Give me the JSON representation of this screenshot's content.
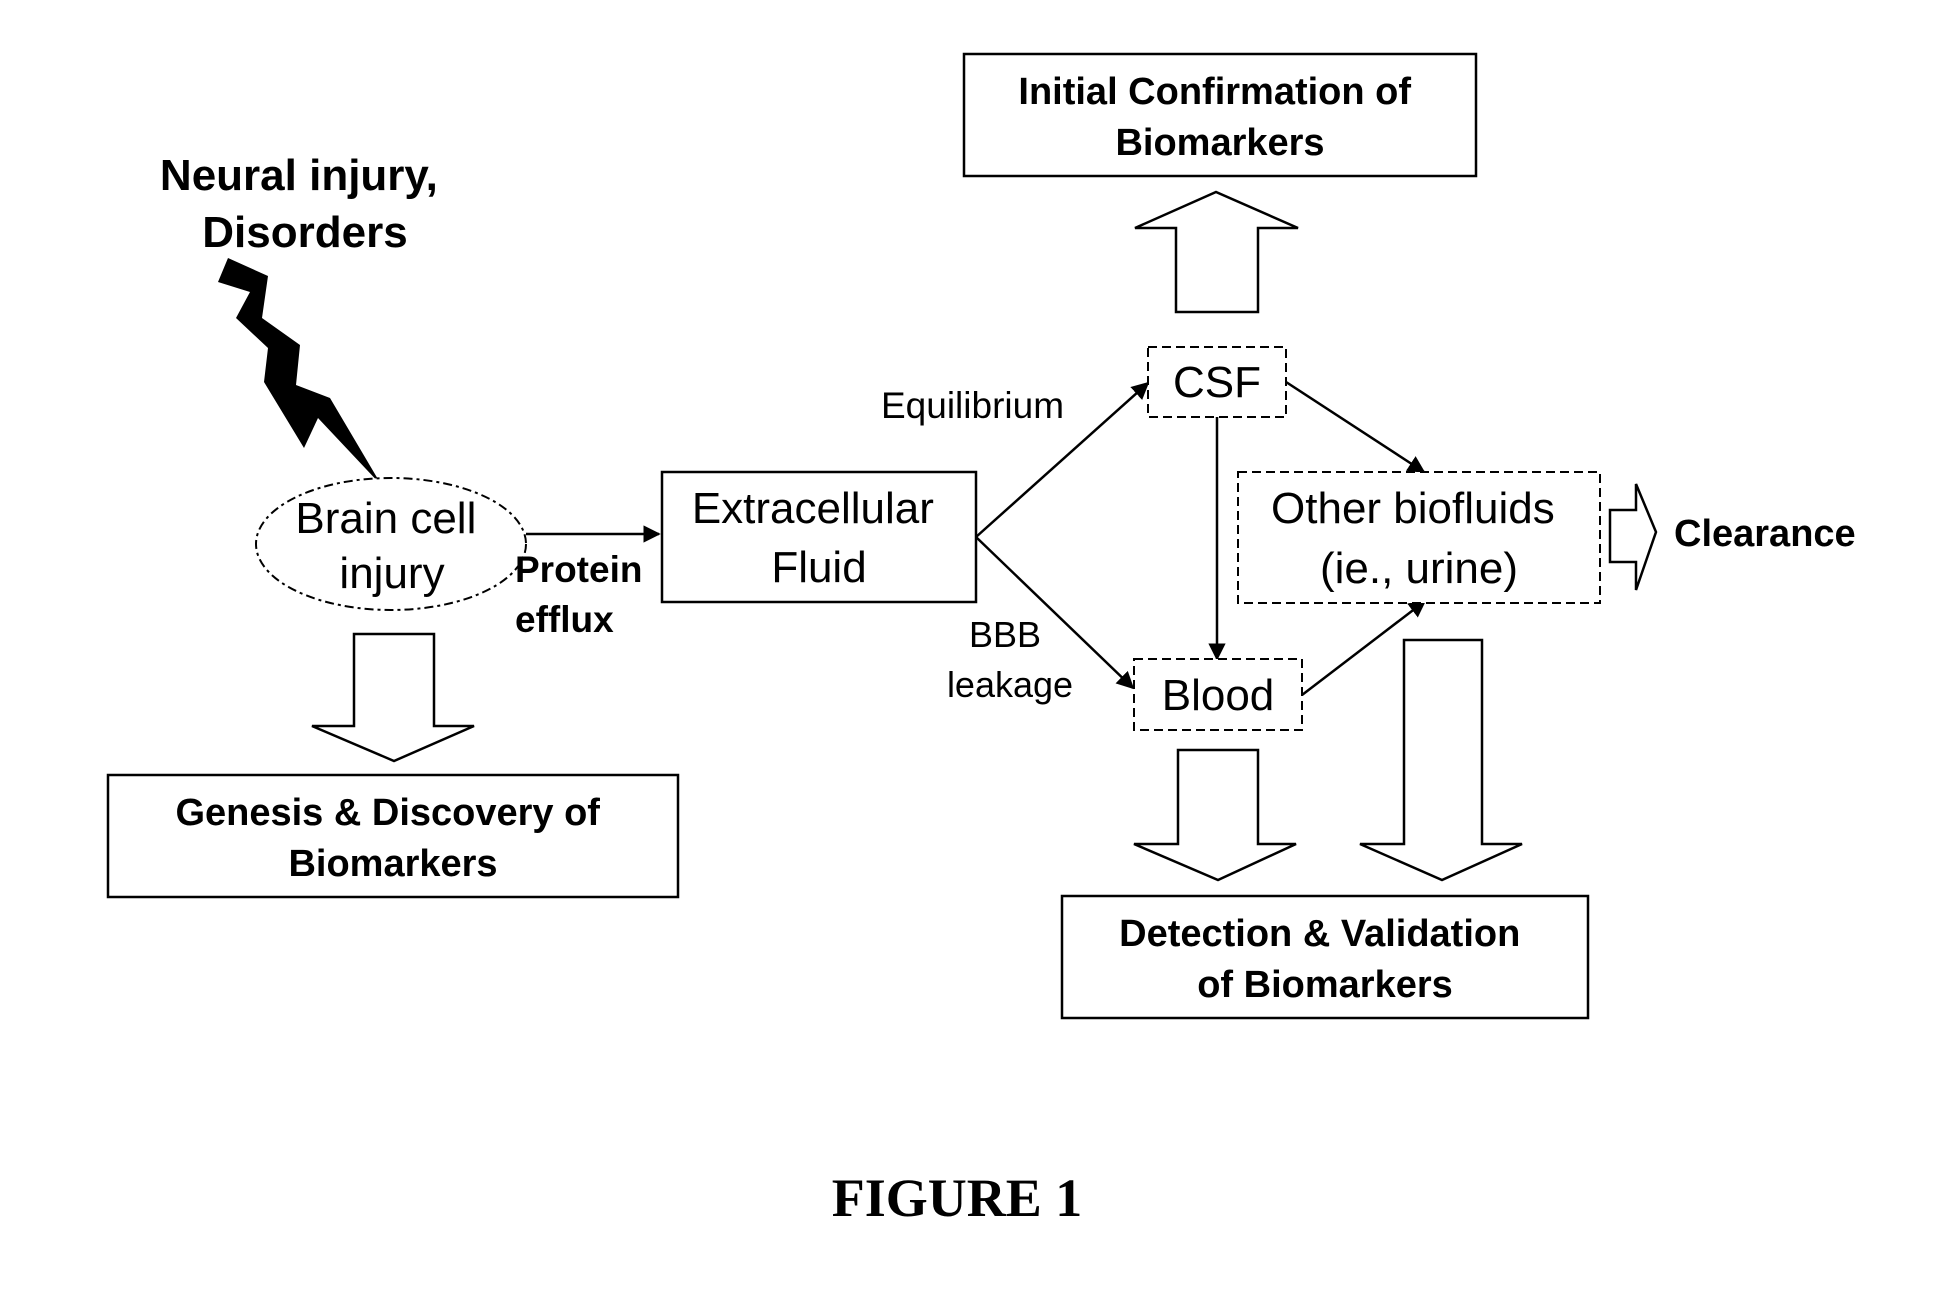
{
  "nodes": {
    "neural_injury": {
      "lines": [
        "Neural injury,",
        "Disorders"
      ]
    },
    "brain_cell_injury": {
      "lines": [
        "Brain cell",
        "injury"
      ]
    },
    "genesis_discovery": {
      "lines": [
        "Genesis & Discovery of",
        "Biomarkers"
      ]
    },
    "extracellular_fluid": {
      "lines": [
        "Extracellular",
        "Fluid"
      ]
    },
    "csf": {
      "lines": [
        "CSF"
      ]
    },
    "initial_confirmation": {
      "lines": [
        "Initial Confirmation of",
        "Biomarkers"
      ]
    },
    "blood": {
      "lines": [
        "Blood"
      ]
    },
    "other_biofluids": {
      "lines": [
        "Other biofluids",
        "(ie., urine)"
      ]
    },
    "clearance": {
      "lines": [
        "Clearance"
      ]
    },
    "detection_validation": {
      "lines": [
        "Detection & Validation",
        "of Biomarkers"
      ]
    }
  },
  "edge_labels": {
    "protein_efflux": [
      "Protein",
      "efflux"
    ],
    "equilibrium": [
      "Equilibrium"
    ],
    "bbb_leakage": [
      "BBB",
      "leakage"
    ]
  },
  "caption": "FIGURE 1"
}
